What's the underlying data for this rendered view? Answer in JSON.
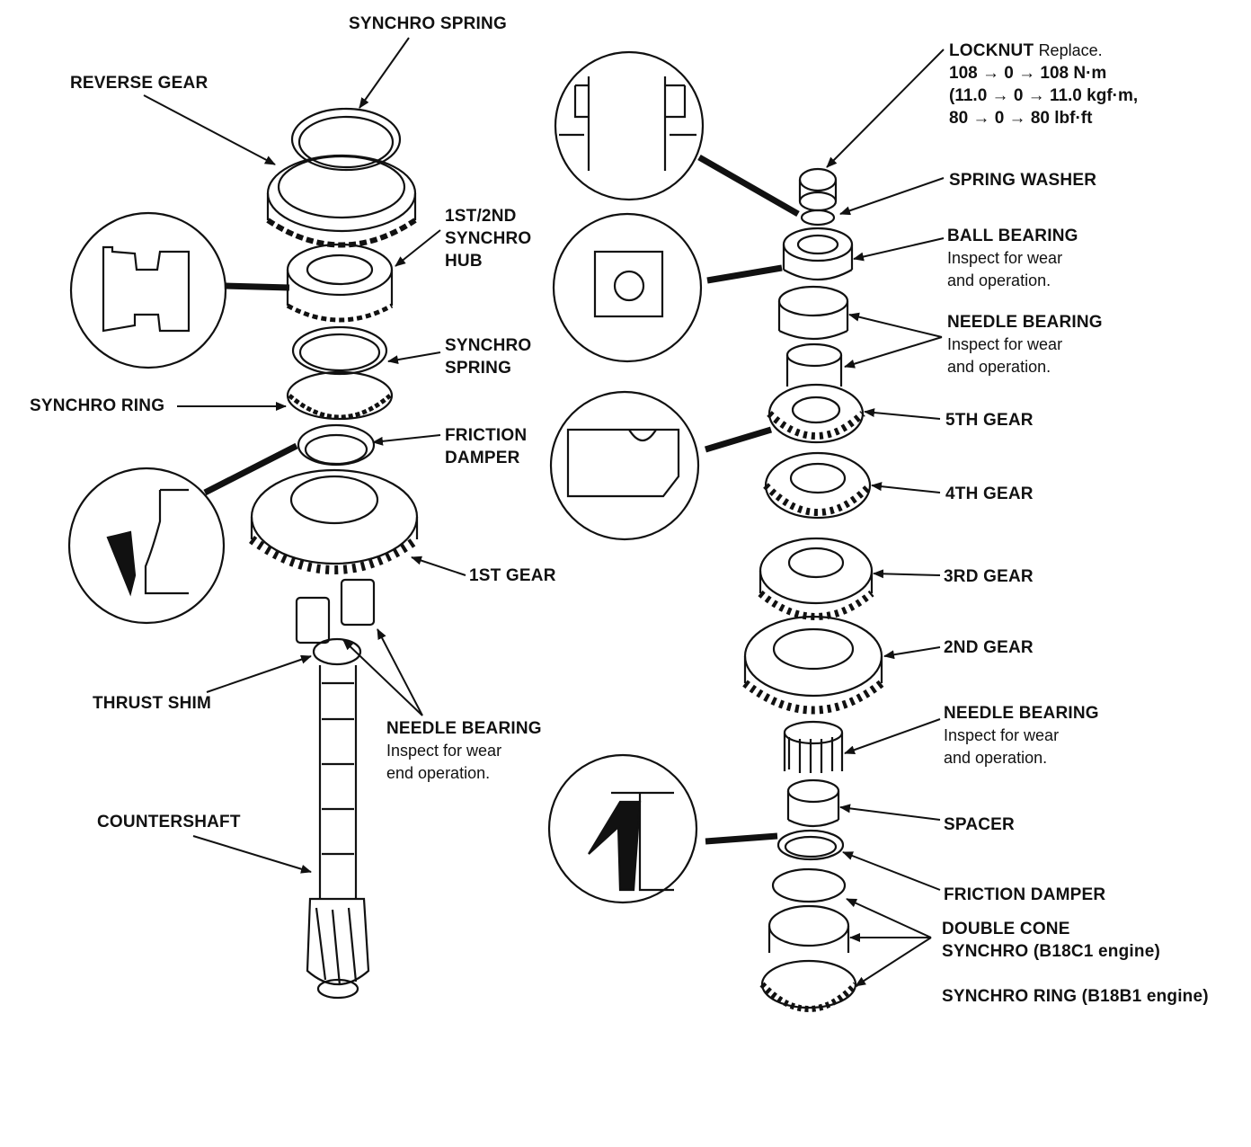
{
  "left": {
    "synchro_spring_top": "SYNCHRO SPRING",
    "reverse_gear": "REVERSE GEAR",
    "synchro_hub": [
      "1ST/2ND",
      "SYNCHRO",
      "HUB"
    ],
    "synchro_spring_mid": [
      "SYNCHRO",
      "SPRING"
    ],
    "synchro_ring": "SYNCHRO RING",
    "friction_damper": [
      "FRICTION",
      "DAMPER"
    ],
    "first_gear": "1ST GEAR",
    "thrust_shim": "THRUST SHIM",
    "needle_bearing": {
      "title": "NEEDLE BEARING",
      "lines": [
        "Inspect for wear",
        "end operation."
      ]
    },
    "countershaft": "COUNTERSHAFT"
  },
  "right": {
    "locknut": {
      "title": "LOCKNUT",
      "note": "Replace.",
      "torque": [
        "108 → 0 → 108 N·m",
        "(11.0 → 0 → 11.0 kgf·m,",
        "80 → 0 → 80 lbf·ft"
      ]
    },
    "spring_washer": "SPRING WASHER",
    "ball_bearing": {
      "title": "BALL BEARING",
      "lines": [
        "Inspect for wear",
        "and operation."
      ]
    },
    "needle_bearing_top": {
      "title": "NEEDLE BEARING",
      "lines": [
        "Inspect for wear",
        "and operation."
      ]
    },
    "fifth_gear": "5TH GEAR",
    "fourth_gear": "4TH GEAR",
    "third_gear": "3RD GEAR",
    "second_gear": "2ND GEAR",
    "needle_bearing_bottom": {
      "title": "NEEDLE BEARING",
      "lines": [
        "Inspect for wear",
        "and operation."
      ]
    },
    "spacer": "SPACER",
    "friction_damper": "FRICTION DAMPER",
    "double_cone": [
      "DOUBLE CONE",
      "SYNCHRO (B18C1 engine)"
    ],
    "synchro_ring": "SYNCHRO RING (B18B1 engine)"
  }
}
